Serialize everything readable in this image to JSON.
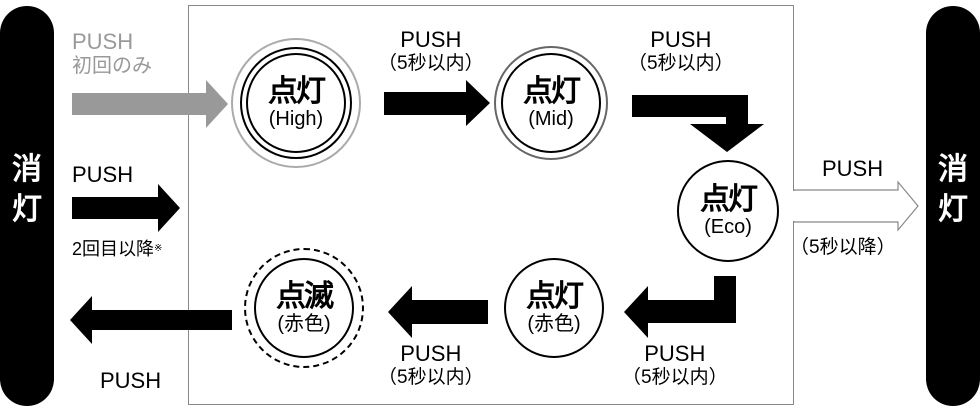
{
  "diagram": {
    "off_label_left": "消灯",
    "off_label_right": "消灯",
    "entry_first": {
      "line1": "PUSH",
      "line2": "初回のみ"
    },
    "entry_repeat": {
      "line1": "PUSH",
      "line2": "2回目以降",
      "note_mark": "※"
    },
    "exit_left": "PUSH",
    "exit_right": {
      "line1": "PUSH",
      "line2": "（5秒以降）"
    },
    "transitions": [
      {
        "line1": "PUSH",
        "line2": "（5秒以内）"
      },
      {
        "line1": "PUSH",
        "line2": "（5秒以内）"
      },
      {
        "line1": "PUSH",
        "line2": "（5秒以内）"
      },
      {
        "line1": "PUSH",
        "line2": "（5秒以内）"
      }
    ],
    "nodes": [
      {
        "main": "点灯",
        "sub": "(High)"
      },
      {
        "main": "点灯",
        "sub": "(Mid)"
      },
      {
        "main": "点灯",
        "sub": "(Eco)"
      },
      {
        "main": "点灯",
        "sub": "(赤色)"
      },
      {
        "main": "点滅",
        "sub": "(赤色)"
      }
    ]
  }
}
